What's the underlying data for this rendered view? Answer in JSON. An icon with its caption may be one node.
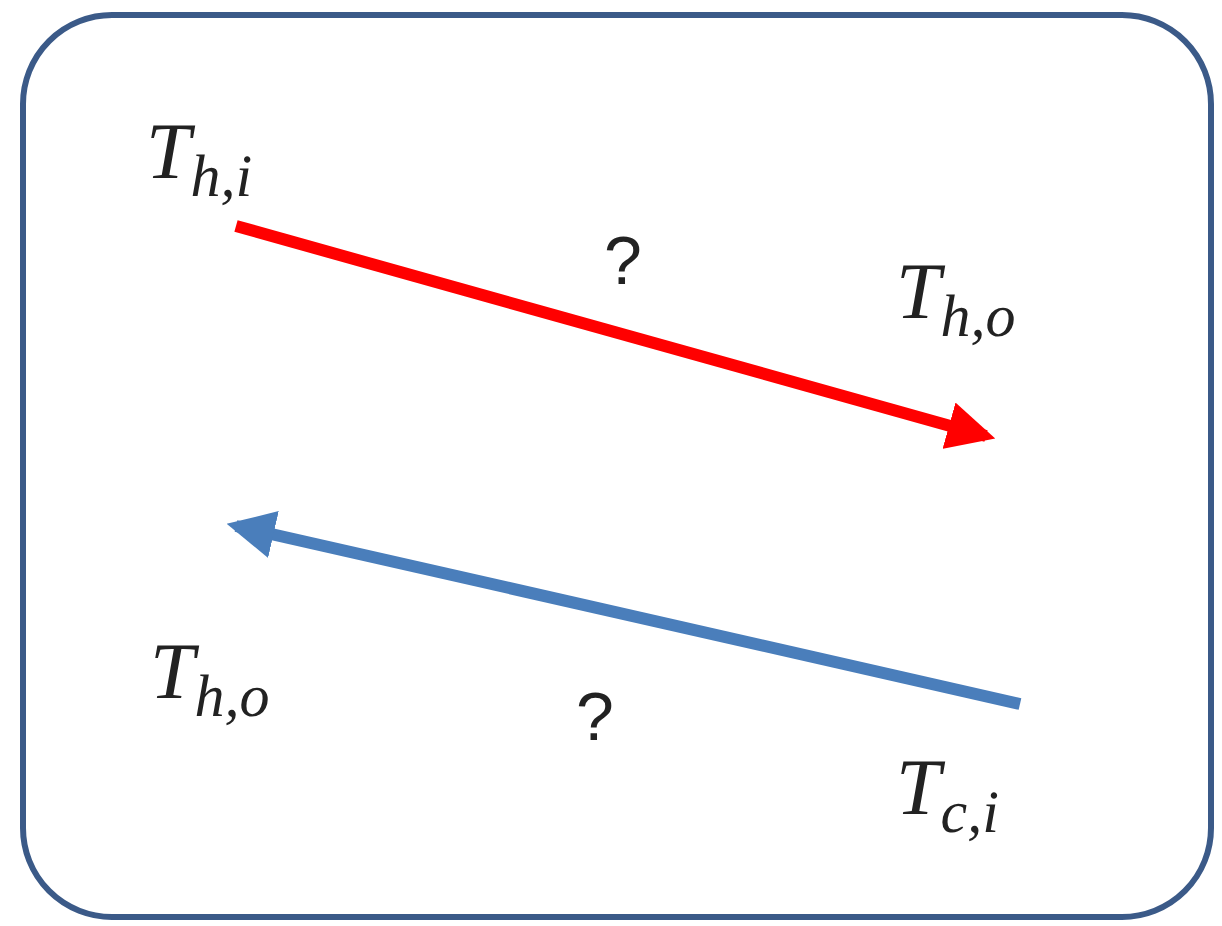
{
  "diagram": {
    "nodes": [
      {
        "text": [],
        "shape": "box"
      },
      {
        "text": [
          "T$_{h,i}$"
        ],
        "in": 0
      },
      {
        "text": [
          "T$_{h,o}$"
        ],
        "in": 0
      },
      {
        "text": [
          "T$_{h,o}$"
        ],
        "in": 0
      },
      {
        "text": [
          "T$_{c,i}$"
        ],
        "in": 0
      }
    ],
    "edges": [
      {
        "from": 1,
        "to": 2,
        "arrow": "to",
        "label": "?",
        "color": "#ff0000"
      },
      {
        "from": 4,
        "to": 3,
        "arrow": "to",
        "label": "?",
        "color": "#4a7ebb"
      }
    ]
  }
}
